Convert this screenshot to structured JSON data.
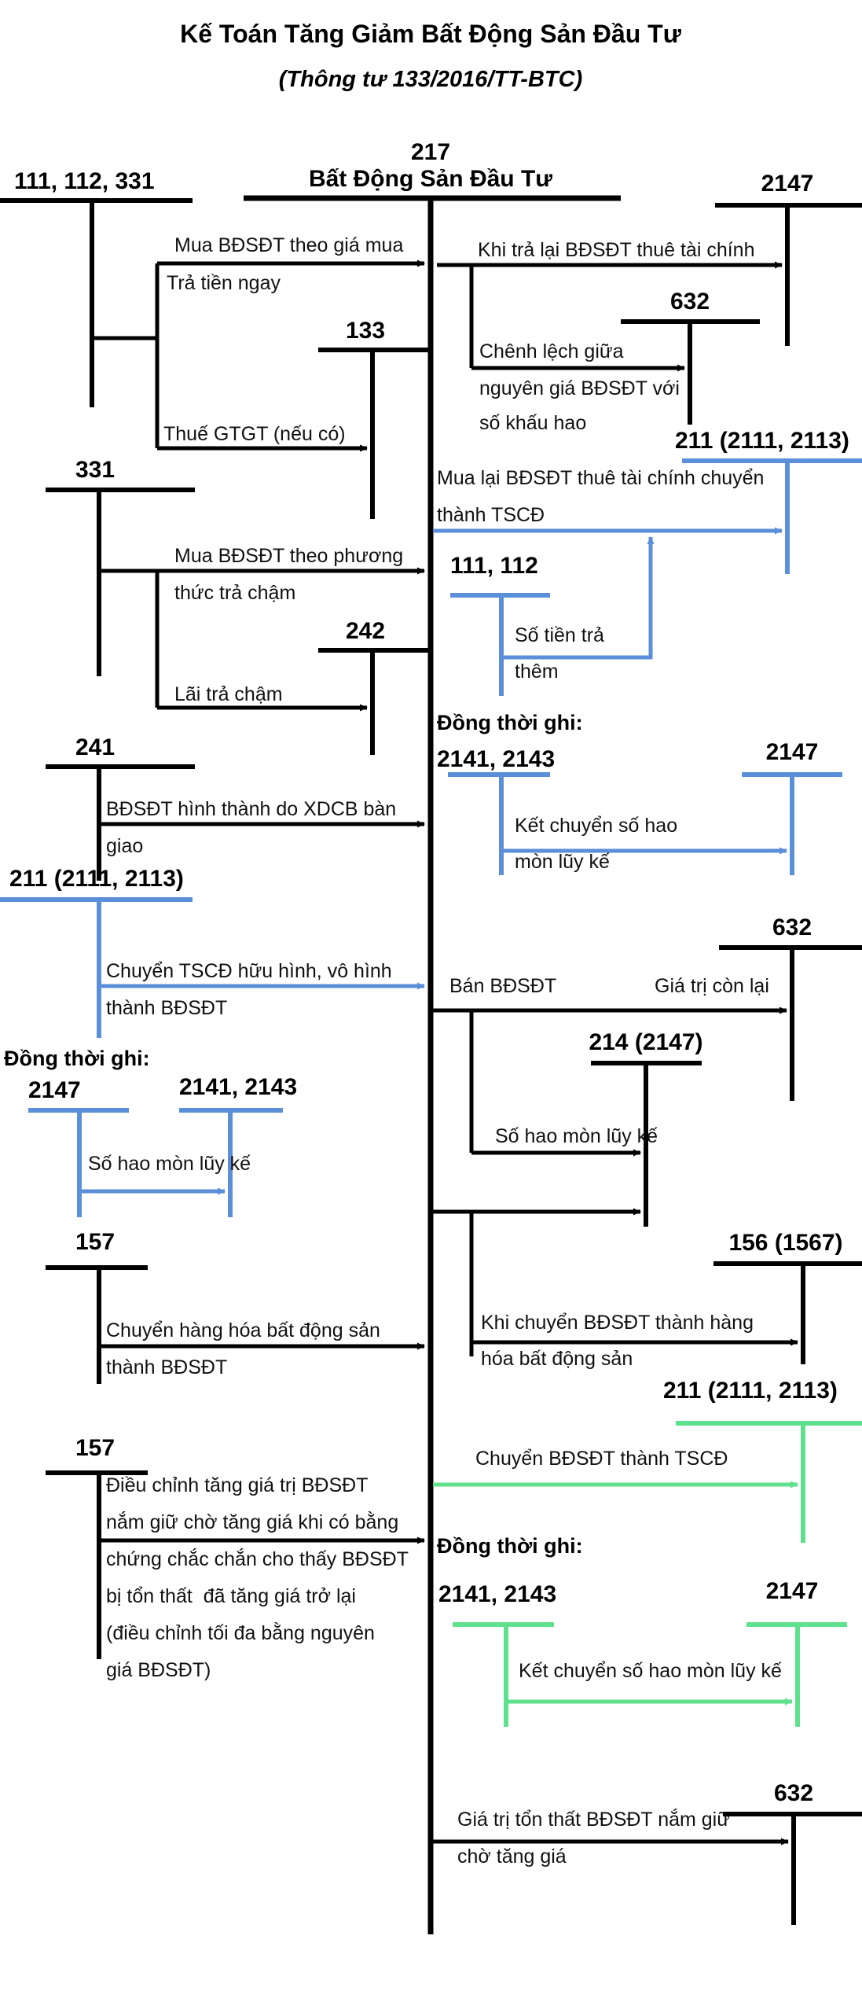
{
  "title": {
    "line1": "Kế Toán Tăng Giảm Bất Động Sản Đầu Tư",
    "line2": "(Thông tư 133/2016/TT-BTC)"
  },
  "colors": {
    "black": "#000000",
    "blue": "#5b8fd9",
    "green": "#5fe08c",
    "text": "#111111"
  },
  "center_account": {
    "number": "217",
    "name": "Bất Động Sản Đầu Tư"
  },
  "accounts": {
    "a_111_112_331": "111, 112, 331",
    "a_133": "133",
    "a_331": "331",
    "a_242": "242",
    "a_241": "241",
    "a_211_left": "211 (2111, 2113)",
    "a_2147_left_note": "2147",
    "a_2141_2143_left": "2141, 2143",
    "a_157_first": "157",
    "a_157_second": "157",
    "a_2147_top_right": "2147",
    "a_632_top_right": "632",
    "a_211_right_1": "211 (2111, 2113)",
    "a_111_112_mid": "111, 112",
    "a_2141_2143_mid": "2141, 2143",
    "a_2147_mid_right": "2147",
    "a_632_mid_right": "632",
    "a_214_2147": "214 (2147)",
    "a_156_1567": "156 (1567)",
    "a_211_right_2": "211 (2111, 2113)",
    "a_2141_2143_bottom": "2141, 2143",
    "a_2147_bottom": "2147",
    "a_632_bottom": "632"
  },
  "notes": {
    "dong_thoi_ghi_1": "Đồng thời ghi:",
    "dong_thoi_ghi_2": "Đồng thời ghi:",
    "dong_thoi_ghi_3": "Đồng thời ghi:"
  },
  "flows": {
    "mua_theo_gia_mua": "Mua BĐSĐT theo giá mua",
    "tra_tien_ngay": "Trả tiền ngay",
    "thue_gtgt": "Thuế GTGT (nếu có)",
    "mua_tra_cham_l1": "Mua BĐSĐT theo phương",
    "mua_tra_cham_l2": "thức trả chậm",
    "lai_tra_cham": "Lãi trả chậm",
    "xdcb_l1": "BĐSĐT hình thành do XDCB bàn",
    "xdcb_l2": "giao",
    "chuyen_tscd_l1": "Chuyển TSCĐ hữu hình, vô hình",
    "chuyen_tscd_l2": "thành BĐSĐT",
    "so_hao_mon_luy_ke_left": "Số hao mòn lũy kế",
    "chuyen_hang_hoa_l1": "Chuyển hàng hóa bất động sản",
    "chuyen_hang_hoa_l2": "thành BĐSĐT",
    "dieu_chinh_l1": "Điều chỉnh tăng giá trị BĐSĐT",
    "dieu_chinh_l2": "nắm giữ chờ tăng giá khi có bằng",
    "dieu_chinh_l3": "chứng chắc chắn cho thấy BĐSĐT",
    "dieu_chinh_l4": "bị tổn thất  đã tăng giá trở lại",
    "dieu_chinh_l5": "(điều chỉnh tối đa bằng nguyên",
    "dieu_chinh_l6": "giá BĐSĐT)",
    "khi_tra_lai": "Khi trả lại BĐSĐT thuê tài chính",
    "chenh_lech_l1": "Chênh lệch giữa",
    "chenh_lech_l2": "nguyên giá BĐSĐT với",
    "chenh_lech_l3": "số khấu hao",
    "mua_lai_l1": "Mua lại BĐSĐT thuê tài chính chuyển",
    "mua_lai_l2": "thành TSCĐ",
    "so_tien_tra_l1": "Số tiền trả",
    "so_tien_tra_l2": "thêm",
    "ket_chuyen_hao_mon_l1": "Kết chuyển số hao",
    "ket_chuyen_hao_mon_l2": "mòn lũy kế",
    "ban_bdsdt": "Bán BĐSĐT",
    "gia_tri_con_lai": "Giá trị còn lại",
    "so_hao_mon_luy_ke_mid": "Số hao mòn lũy kế",
    "khi_chuyen_hang_hoa_l1": "Khi chuyển BĐSĐT thành hàng",
    "khi_chuyen_hang_hoa_l2": "hóa bất động sản",
    "chuyen_thanh_tscd": "Chuyển BĐSĐT thành TSCĐ",
    "ket_chuyen_hao_mon_bottom": "Kết chuyển số hao mòn lũy kế",
    "gia_tri_ton_that_l1": "Giá trị tổn thất BĐSĐT nắm giữ",
    "gia_tri_ton_that_l2": "chờ tăng giá"
  }
}
